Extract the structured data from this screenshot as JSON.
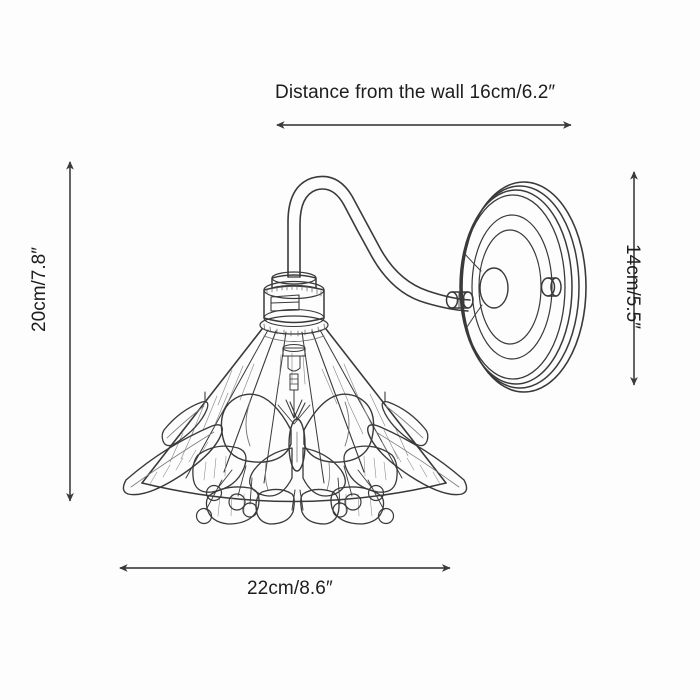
{
  "diagram": {
    "type": "product-dimension-drawing",
    "subject": "butterfly tiffany wall sconce lamp",
    "background_color": "#fdfdfd",
    "line_color": "#3a3a3a",
    "arrow_color": "#4a4a4a",
    "text_color": "#1d1d1d"
  },
  "dimensions": {
    "depth": {
      "label": "Distance from the wall 16cm/6.2″",
      "value_cm": 16,
      "value_in": 6.2,
      "orientation": "horizontal",
      "position": "top"
    },
    "height": {
      "label": "20cm/7.8″",
      "value_cm": 20,
      "value_in": 7.8,
      "orientation": "vertical",
      "position": "left"
    },
    "backplate_height": {
      "label": "14cm/5.5″",
      "value_cm": 14,
      "value_in": 5.5,
      "orientation": "vertical",
      "position": "right"
    },
    "width": {
      "label": "22cm/8.6″",
      "value_cm": 22,
      "value_in": 8.6,
      "orientation": "horizontal",
      "position": "bottom"
    }
  },
  "parts": {
    "wall_plate": "oval-wall-mount-plate",
    "arm": "swan-neck-curved-arm",
    "socket": "lamp-socket-housing",
    "shade": "conical-stained-glass-shade",
    "ornament": "butterfly-and-leaf-trim",
    "beads": "hanging-round-beads",
    "bulb": "interior-light-bulb"
  }
}
